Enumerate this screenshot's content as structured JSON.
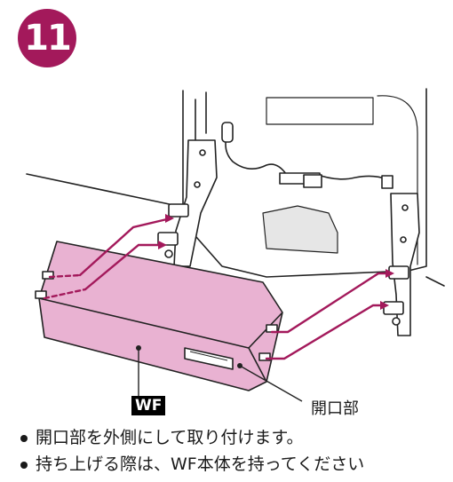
{
  "step": {
    "number": "11"
  },
  "labels": {
    "wf": "WF",
    "opening": "開口部"
  },
  "notes": [
    "開口部を外側にして取り付けます。",
    "持ち上げる際は、WF本体を持ってください"
  ],
  "colors": {
    "accent": "#a3195b",
    "unit_fill": "#e9b2d2",
    "guide_line": "#a3195b"
  }
}
